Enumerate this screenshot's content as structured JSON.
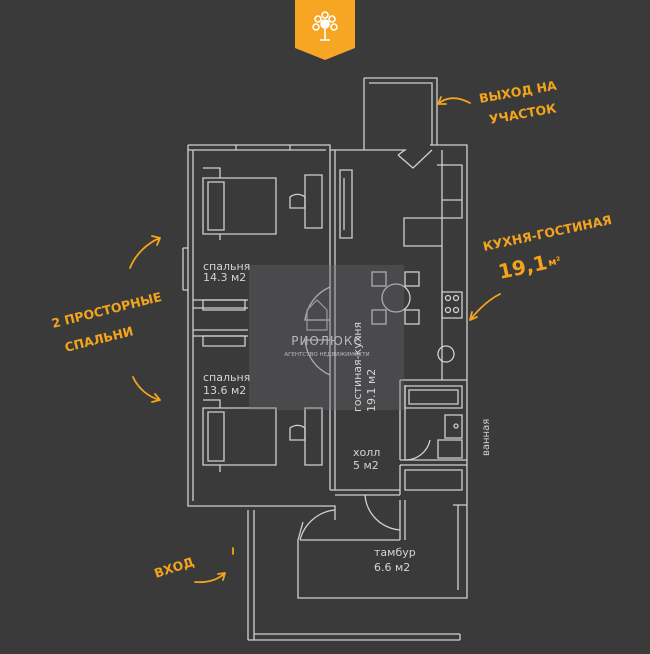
{
  "colors": {
    "background": "#3a3a3b",
    "line": "#cfd0d2",
    "accent": "#f3a41c",
    "logo_bg": "#f6a623",
    "watermark": "#9a9b9e"
  },
  "logo": {
    "icon": "tree-icon"
  },
  "rooms": {
    "bedroom1": {
      "name": "спальня",
      "area": "14.3 м2"
    },
    "bedroom2": {
      "name": "спальня",
      "area": "13.6 м2"
    },
    "kitchen": {
      "name": "гостиная-кухня",
      "area": "19.1 м2"
    },
    "hall": {
      "name": "холл",
      "area": "5 м2"
    },
    "vestibule": {
      "name": "тамбур",
      "area": "6.6 м2"
    },
    "bathroom": {
      "name": "ванная"
    }
  },
  "callouts": {
    "exit_line1": "ВЫХОД НА",
    "exit_line2": "УЧАСТОК",
    "kitchen_line1": "КУХНЯ-ГОСТИНАЯ",
    "kitchen_line2": "19,1",
    "kitchen_unit": "м²",
    "bedrooms_line1": "2 ПРОСТОРНЫЕ",
    "bedrooms_line2": "СПАЛЬНИ",
    "entrance": "ВХОД"
  },
  "watermark": {
    "brand": "РИОЛЮКС",
    "tagline": "АГЕНТСТВО НЕДВИЖИМОСТИ"
  }
}
